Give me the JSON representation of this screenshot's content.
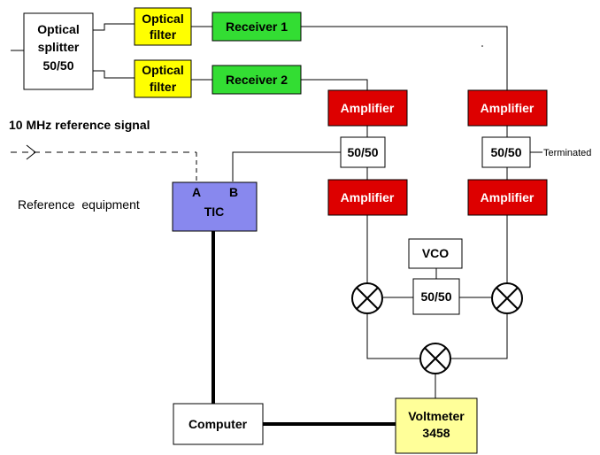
{
  "splitter": {
    "line1": "Optical",
    "line2": "splitter",
    "line3": "50/50"
  },
  "filter_top": {
    "line1": "Optical",
    "line2": "filter"
  },
  "filter_bottom": {
    "line1": "Optical",
    "line2": "filter"
  },
  "receiver1": {
    "label": "Receiver 1"
  },
  "receiver2": {
    "label": "Receiver 2"
  },
  "amplifier_left_top": {
    "label": "Amplifier"
  },
  "amplifier_right_top": {
    "label": "Amplifier"
  },
  "amplifier_left_bottom": {
    "label": "Amplifier"
  },
  "amplifier_right_bottom": {
    "label": "Amplifier"
  },
  "splitter_left": {
    "label": "50/50"
  },
  "splitter_right": {
    "label": "50/50"
  },
  "splitter_vco": {
    "label": "50/50"
  },
  "terminated": {
    "label": "Terminated"
  },
  "vco": {
    "label": "VCO"
  },
  "reference_signal": {
    "label": "10 MHz reference signal"
  },
  "reference_equipment": {
    "label": "Reference  equipment"
  },
  "tic": {
    "port_a": "A",
    "port_b": "B",
    "label": "TIC"
  },
  "computer": {
    "label": "Computer"
  },
  "voltmeter": {
    "line1": "Voltmeter",
    "line2": "3458"
  },
  "colors": {
    "filter": "#ffff00",
    "receiver": "#33dd33",
    "amplifier": "#dd0000",
    "tic": "#8888ee",
    "voltmeter": "#ffff99"
  }
}
